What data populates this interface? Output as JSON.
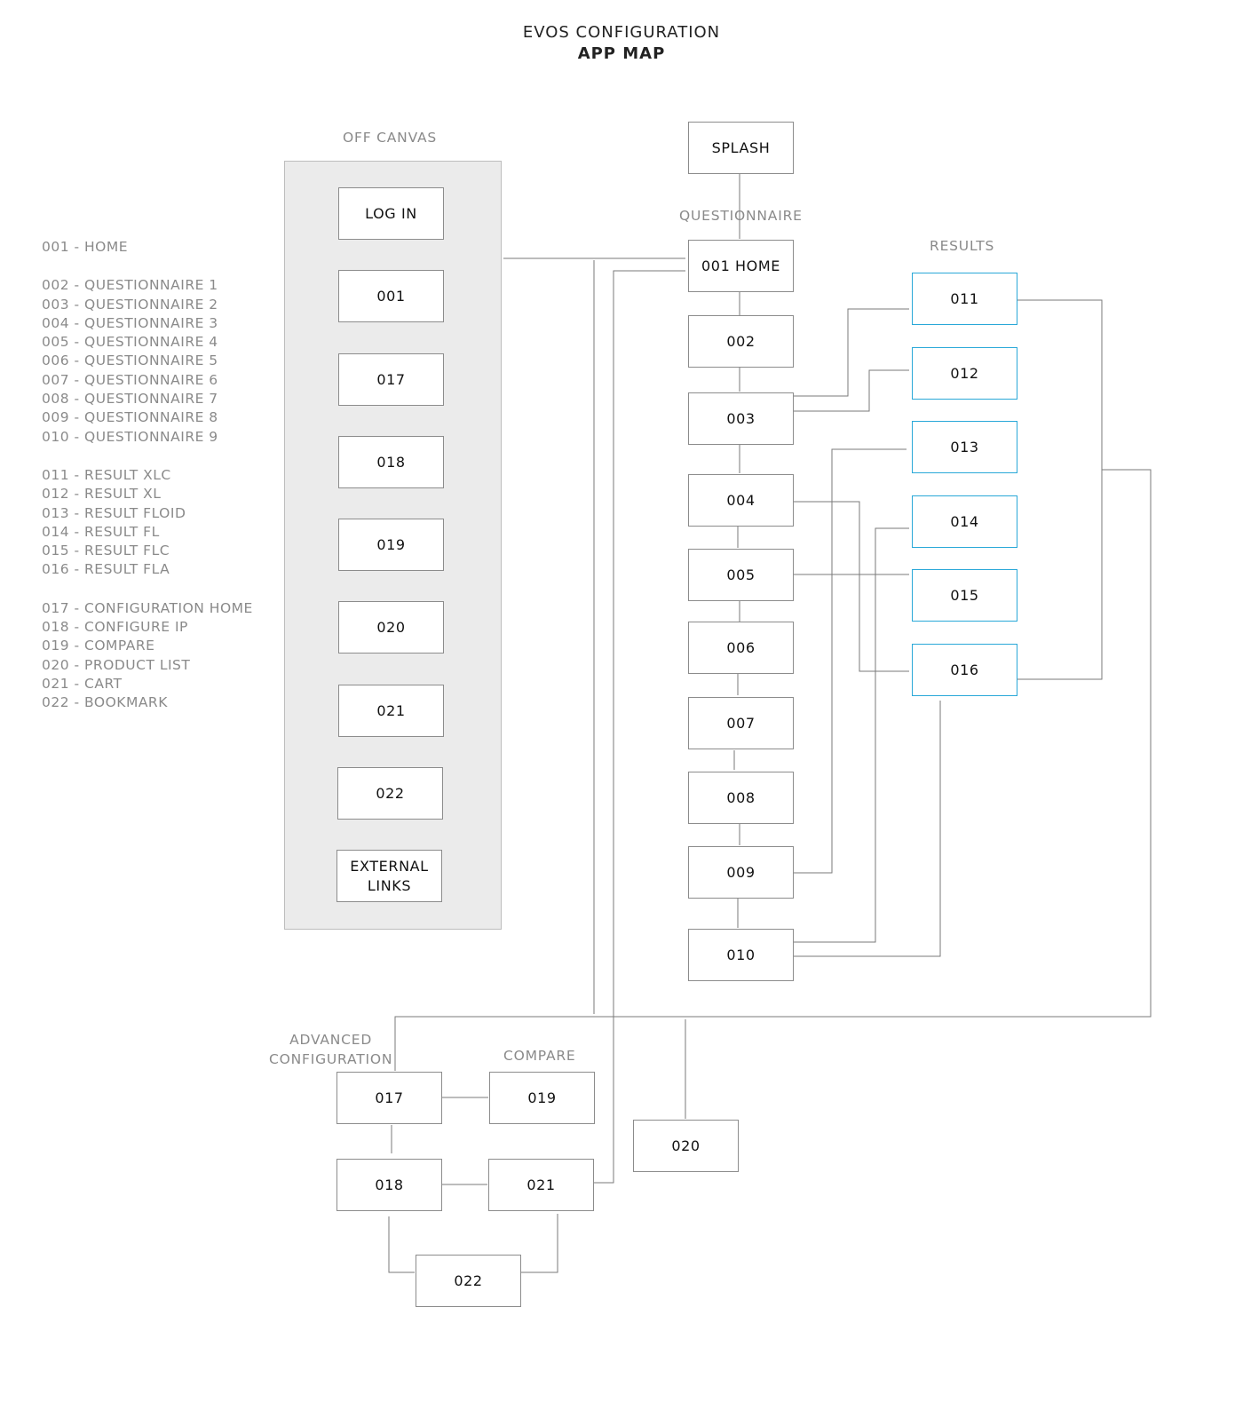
{
  "header": {
    "title": "EVOS CONFIGURATION",
    "subtitle": "APP MAP"
  },
  "legend": {
    "home": [
      "001 - HOME"
    ],
    "questionnaires": [
      "002 - QUESTIONNAIRE 1",
      "003 - QUESTIONNAIRE 2",
      "004 - QUESTIONNAIRE 3",
      "005 - QUESTIONNAIRE 4",
      "006 - QUESTIONNAIRE 5",
      "007 - QUESTIONNAIRE 6",
      "008 - QUESTIONNAIRE 7",
      "009 - QUESTIONNAIRE 8",
      "010 - QUESTIONNAIRE 9"
    ],
    "results": [
      "011 - RESULT XLC",
      "012 - RESULT XL",
      "013 - RESULT FLOID",
      "014 - RESULT FL",
      "015 - RESULT FLC",
      "016 - RESULT FLA"
    ],
    "config": [
      "017 - CONFIGURATION HOME",
      "018 - CONFIGURE IP",
      "019 - COMPARE",
      "020 - PRODUCT LIST",
      "021 - CART",
      "022 - BOOKMARK"
    ]
  },
  "sections": {
    "off_canvas": "OFF CANVAS",
    "questionnaire": "QUESTIONNAIRE",
    "results": "RESULTS",
    "advanced_configuration": "ADVANCED\nCONFIGURATION",
    "compare": "COMPARE"
  },
  "off_canvas_nodes": [
    "LOG IN",
    "001",
    "017",
    "018",
    "019",
    "020",
    "021",
    "022",
    "EXTERNAL\nLINKS"
  ],
  "splash": "SPLASH",
  "questionnaire_nodes": [
    "001 HOME",
    "002",
    "003",
    "004",
    "005",
    "006",
    "007",
    "008",
    "009",
    "010"
  ],
  "result_nodes": [
    "011",
    "012",
    "013",
    "014",
    "015",
    "016"
  ],
  "config_nodes": {
    "n017": "017",
    "n019": "019",
    "n018": "018",
    "n021": "021",
    "n022": "022",
    "n020": "020"
  },
  "colors": {
    "result_border": "#29a8d8",
    "panel_bg": "#ebebeb",
    "line": "#7a7a7a",
    "legend_text": "#8a8a8a"
  }
}
